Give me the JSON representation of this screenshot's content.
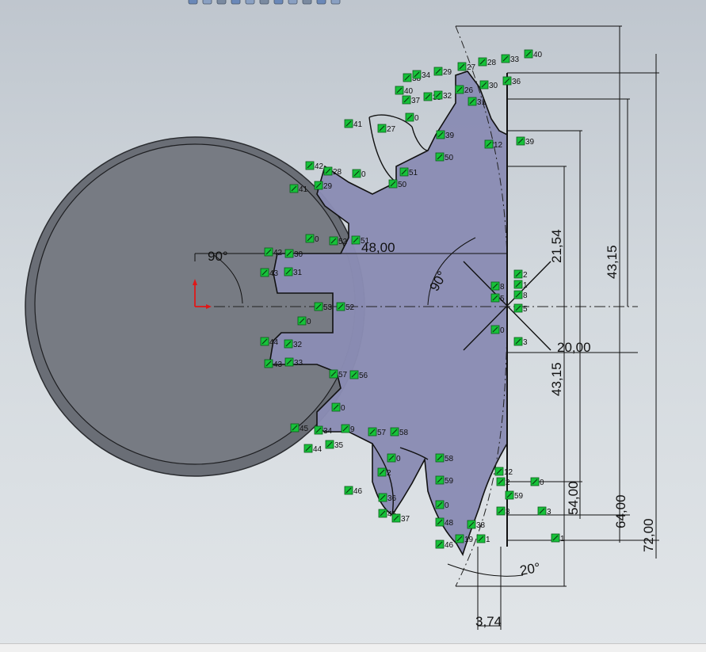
{
  "toolbar": {
    "icons": [
      "zoom-fit-icon",
      "zoom-area-icon",
      "previous-view-icon",
      "section-view-icon",
      "dynamic-annotation-icon",
      "view-orientation-icon",
      "display-style-icon",
      "hide-show-icon",
      "edit-appearance-icon",
      "apply-scene-icon",
      "view-settings-icon"
    ]
  },
  "colors": {
    "background_top": "#bfc6ce",
    "background_bottom": "#e1e5e8",
    "cylinder_face": "#6e727a",
    "gear_sketch_fill": "#8a8cb4",
    "relation_marker": "#17c23a",
    "dimension_line": "#111111",
    "origin_y": "#e01818",
    "origin_x": "#e01818"
  },
  "dimensions": {
    "d_48": "48,00",
    "d_90_left": "90°",
    "d_90_center": "90°",
    "d_21_54": "21,54",
    "d_43_15_top": "43,15",
    "d_20": "20,00",
    "d_43_15_bottom": "43,15",
    "d_54": "54,00",
    "d_64": "64,00",
    "d_72": "72,00",
    "d_20deg": "20°",
    "d_3_74": "3,74"
  },
  "relations": [
    {
      "label": "40"
    },
    {
      "label": "33"
    },
    {
      "label": "28"
    },
    {
      "label": "27"
    },
    {
      "label": "36"
    },
    {
      "label": "30"
    },
    {
      "label": "38"
    },
    {
      "label": "34"
    },
    {
      "label": "29"
    },
    {
      "label": "40"
    },
    {
      "label": "26"
    },
    {
      "label": "37"
    },
    {
      "label": "35"
    },
    {
      "label": "32"
    },
    {
      "label": "31"
    },
    {
      "label": "0"
    },
    {
      "label": "41"
    },
    {
      "label": "27"
    },
    {
      "label": "39"
    },
    {
      "label": "12"
    },
    {
      "label": "39"
    },
    {
      "label": "50"
    },
    {
      "label": "42"
    },
    {
      "label": "28"
    },
    {
      "label": "0"
    },
    {
      "label": "51"
    },
    {
      "label": "41"
    },
    {
      "label": "29"
    },
    {
      "label": "50"
    },
    {
      "label": "0"
    },
    {
      "label": "52"
    },
    {
      "label": "51"
    },
    {
      "label": "42"
    },
    {
      "label": "30"
    },
    {
      "label": "43"
    },
    {
      "label": "31"
    },
    {
      "label": "2"
    },
    {
      "label": "1"
    },
    {
      "label": "8"
    },
    {
      "label": "8"
    },
    {
      "label": "5"
    },
    {
      "label": "5"
    },
    {
      "label": "53"
    },
    {
      "label": "52"
    },
    {
      "label": "0"
    },
    {
      "label": "0"
    },
    {
      "label": "44"
    },
    {
      "label": "32"
    },
    {
      "label": "3"
    },
    {
      "label": "43"
    },
    {
      "label": "33"
    },
    {
      "label": "57"
    },
    {
      "label": "56"
    },
    {
      "label": "0"
    },
    {
      "label": "45"
    },
    {
      "label": "34"
    },
    {
      "label": "57"
    },
    {
      "label": "58"
    },
    {
      "label": "44"
    },
    {
      "label": "35"
    },
    {
      "label": "0"
    },
    {
      "label": "2"
    },
    {
      "label": "58"
    },
    {
      "label": "12"
    },
    {
      "label": "0"
    },
    {
      "label": "59"
    },
    {
      "label": "2"
    },
    {
      "label": "59"
    },
    {
      "label": "46"
    },
    {
      "label": "36"
    },
    {
      "label": "0"
    },
    {
      "label": "3"
    },
    {
      "label": "3"
    },
    {
      "label": "45"
    },
    {
      "label": "37"
    },
    {
      "label": "48"
    },
    {
      "label": "38"
    },
    {
      "label": "1"
    },
    {
      "label": "19"
    },
    {
      "label": "1"
    },
    {
      "label": "46"
    },
    {
      "label": "9"
    }
  ]
}
